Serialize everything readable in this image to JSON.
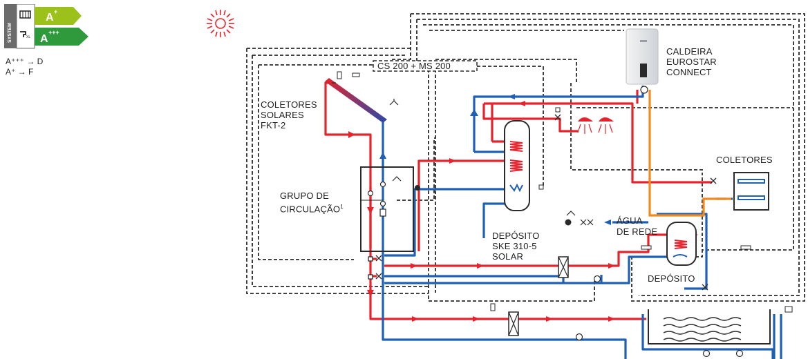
{
  "energy_label": {
    "side_label": "SYSTEM",
    "top_class": "A",
    "top_class_sup": "+",
    "bottom_class": "A",
    "bottom_class_sup": "+++",
    "range_1": "A⁺⁺⁺ → D",
    "range_2": "A⁺ → F",
    "colors": {
      "top": "#9cc11a",
      "bottom": "#2e9a3b",
      "side": "#6b6b6b"
    }
  },
  "labels": {
    "kit": "CS 200 + MS 200",
    "collectors_1": "COLETORES",
    "collectors_2": "SOLARES",
    "collectors_3": "FKT-2",
    "group_1": "GRUPO DE",
    "group_2": "CIRCULAÇÃO",
    "group_sup": "1",
    "boiler_1": "CALDEIRA",
    "boiler_2": "EUROSTAR",
    "boiler_3": "CONNECT",
    "manifolds": "COLETORES",
    "water_1": "ÁGUA",
    "water_2": "DE REDE",
    "tank_1": "DEPÓSITO",
    "tank_2": "SKE 310-5",
    "tank_3": "SOLAR",
    "small_tank": "DEPÓSITO"
  },
  "colors": {
    "hot": "#e5232c",
    "cold": "#1f5fb4",
    "gas": "#f08a1e",
    "control": "#2a2a2a",
    "sun": "#e5232c"
  },
  "icons": [
    "sun-icon",
    "boiler-icon",
    "solar-collector-icon",
    "pump-icon",
    "valve-icon",
    "radiator-icon",
    "shower-icon",
    "pool-icon",
    "expansion-vessel-icon",
    "manifold-icon"
  ]
}
